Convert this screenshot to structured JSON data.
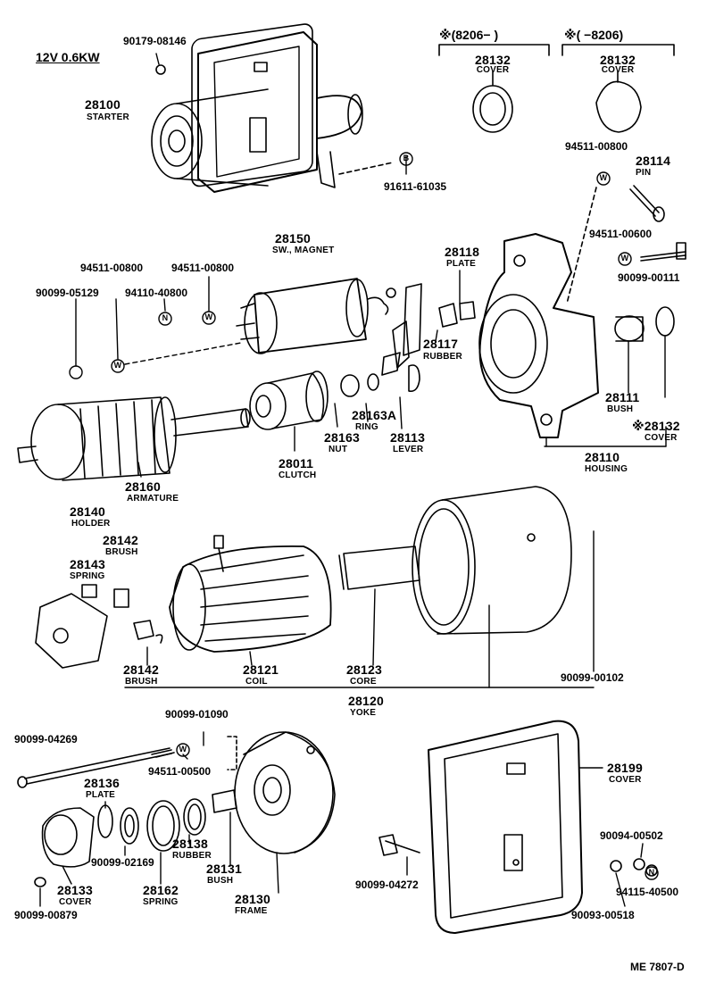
{
  "spec": "12V 0.6KW",
  "footer_code": "ME 7807-D",
  "date_range_left": "※(8206−    )",
  "date_range_right": "※(    −8206)",
  "parts": {
    "p28100": {
      "num": "28100",
      "name": "STARTER"
    },
    "p90179": {
      "num": "90179-08146"
    },
    "p91611": {
      "num": "91611-61035"
    },
    "p28132a": {
      "num": "28132",
      "name": "COVER"
    },
    "p28132b": {
      "num": "28132",
      "name": "COVER"
    },
    "p94511_top": {
      "num": "94511-00800"
    },
    "p28114": {
      "num": "28114",
      "name": "PIN"
    },
    "p94511_600": {
      "num": "94511-00600"
    },
    "p90099_111": {
      "num": "90099-00111"
    },
    "p28150": {
      "num": "28150",
      "name": "SW., MAGNET"
    },
    "p94511_800a": {
      "num": "94511-00800"
    },
    "p94511_800b": {
      "num": "94511-00800"
    },
    "p90099_5129": {
      "num": "90099-05129"
    },
    "p94110": {
      "num": "94110-40800"
    },
    "p28118": {
      "num": "28118",
      "name": "PLATE"
    },
    "p28117": {
      "num": "28117",
      "name": "RUBBER"
    },
    "p28163A": {
      "num": "28163A",
      "name": "RING"
    },
    "p28163": {
      "num": "28163",
      "name": "NUT"
    },
    "p28113": {
      "num": "28113",
      "name": "LEVER"
    },
    "p28011": {
      "num": "28011",
      "name": "CLUTCH"
    },
    "p28160": {
      "num": "28160",
      "name": "ARMATURE"
    },
    "p28111": {
      "num": "28111",
      "name": "BUSH"
    },
    "p28132c": {
      "num": "※28132",
      "name": "COVER"
    },
    "p28110": {
      "num": "28110",
      "name": "HOUSING"
    },
    "p28140": {
      "num": "28140",
      "name": "HOLDER"
    },
    "p28142a": {
      "num": "28142",
      "name": "BRUSH"
    },
    "p28143": {
      "num": "28143",
      "name": "SPRING"
    },
    "p28142b": {
      "num": "28142",
      "name": "BRUSH"
    },
    "p28121": {
      "num": "28121",
      "name": "COIL"
    },
    "p28123": {
      "num": "28123",
      "name": "CORE"
    },
    "p28120": {
      "num": "28120",
      "name": "YOKE"
    },
    "p90099_102": {
      "num": "90099-00102"
    },
    "p90099_4269": {
      "num": "90099-04269"
    },
    "p90099_1090": {
      "num": "90099-01090"
    },
    "p94511_500": {
      "num": "94511-00500"
    },
    "p28136": {
      "num": "28136",
      "name": "PLATE"
    },
    "p90099_2169": {
      "num": "90099-02169"
    },
    "p28138": {
      "num": "28138",
      "name": "RUBBER"
    },
    "p28131": {
      "num": "28131",
      "name": "BUSH"
    },
    "p28133": {
      "num": "28133",
      "name": "COVER"
    },
    "p28162": {
      "num": "28162",
      "name": "SPRING"
    },
    "p28130": {
      "num": "28130",
      "name": "FRAME"
    },
    "p90099_879": {
      "num": "90099-00879"
    },
    "p28199": {
      "num": "28199",
      "name": "COVER"
    },
    "p90094": {
      "num": "90094-00502"
    },
    "p94115": {
      "num": "94115-40500"
    },
    "p90093": {
      "num": "90093-00518"
    },
    "p90099_4272": {
      "num": "90099-04272"
    }
  },
  "markers": {
    "w": "W",
    "n": "N",
    "b": "B"
  }
}
